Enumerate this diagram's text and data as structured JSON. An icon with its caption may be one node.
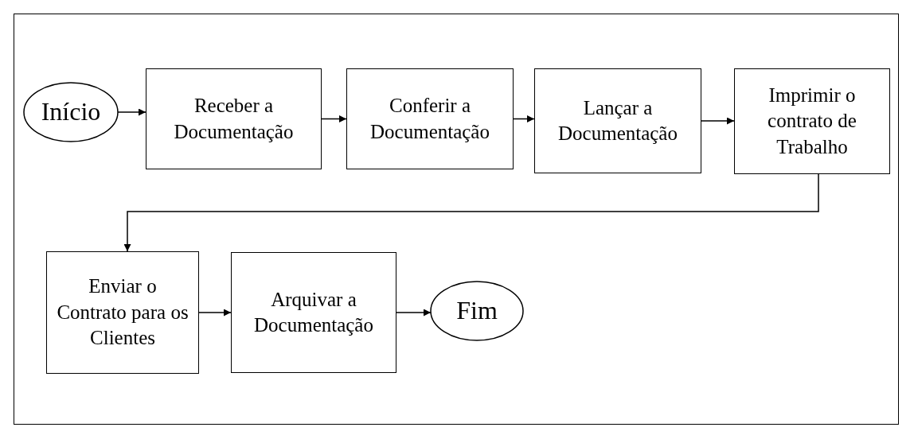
{
  "diagram": {
    "nodes": [
      {
        "text": [
          "Início"
        ]
      },
      {
        "text": [
          "Receber a Documentação"
        ]
      },
      {
        "text": [
          "Conferir a Documentação"
        ]
      },
      {
        "text": [
          "Lançar a Documentação"
        ]
      },
      {
        "text": [
          "Imprimir o contrato de Trabalho"
        ]
      },
      {
        "text": [
          "Enviar o Contrato para os Clientes"
        ]
      },
      {
        "text": [
          "Arquivar a Documentação"
        ]
      },
      {
        "text": [
          "Fim"
        ]
      }
    ],
    "edges": [
      {
        "from": 0,
        "to": 1,
        "arrow": "to"
      },
      {
        "from": 1,
        "to": 2,
        "arrow": "to"
      },
      {
        "from": 2,
        "to": 3,
        "arrow": "to"
      },
      {
        "from": 3,
        "to": 4,
        "arrow": "to"
      },
      {
        "from": 4,
        "to": 5,
        "arrow": "to"
      },
      {
        "from": 5,
        "to": 6,
        "arrow": "to"
      },
      {
        "from": 6,
        "to": 7,
        "arrow": "to"
      }
    ]
  }
}
